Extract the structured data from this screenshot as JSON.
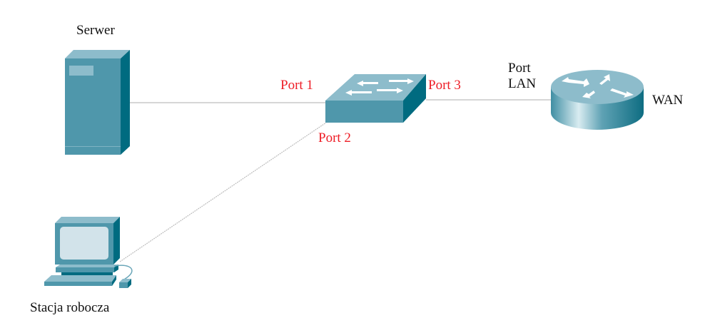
{
  "title": "Network topology: server, workstation, switch, router",
  "colors": {
    "device_main": "#4f97ab",
    "device_light": "#8dbccb",
    "device_dark": "#006b80",
    "screen": "#d2e3ea",
    "link": "#c8c8c8",
    "port_label": "#ee1c25",
    "text": "#111111"
  },
  "nodes": {
    "server": {
      "label": "Serwer",
      "icon": "server-icon"
    },
    "workstation": {
      "label": "Stacja robocza",
      "icon": "workstation-icon"
    },
    "switch": {
      "label": "",
      "icon": "switch-icon"
    },
    "router": {
      "label_lan_line1": "Port",
      "label_lan_line2": "LAN",
      "label_wan": "WAN",
      "icon": "router-icon"
    }
  },
  "ports": {
    "port1": "Port 1",
    "port2": "Port 2",
    "port3": "Port 3"
  },
  "links": [
    {
      "from": "server",
      "to": "switch",
      "port": "Port 1"
    },
    {
      "from": "workstation",
      "to": "switch",
      "port": "Port 2"
    },
    {
      "from": "switch",
      "to": "router",
      "port": "Port 3"
    }
  ]
}
